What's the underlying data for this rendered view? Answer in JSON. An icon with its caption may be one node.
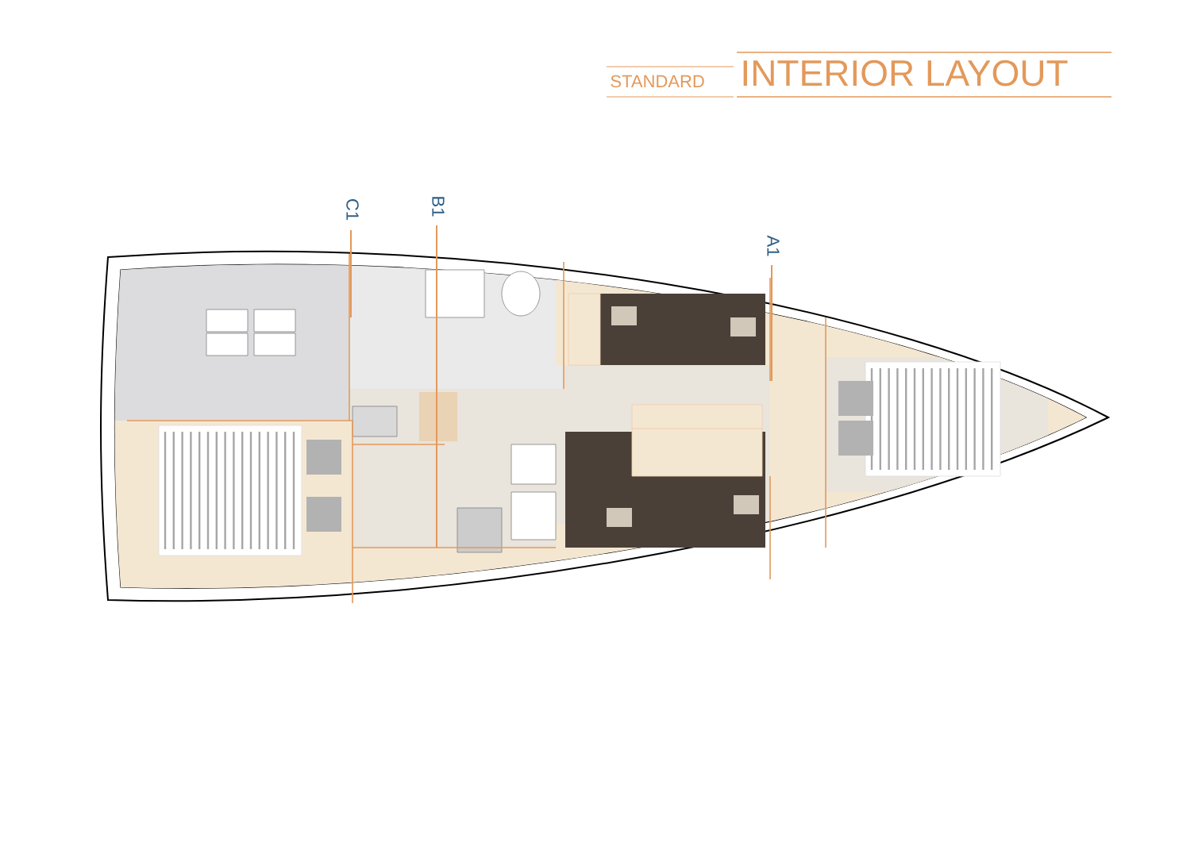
{
  "diagram": {
    "title": "INTERIOR LAYOUT",
    "labels": [
      "STANDARD",
      "C1",
      "B1",
      "A1"
    ]
  }
}
